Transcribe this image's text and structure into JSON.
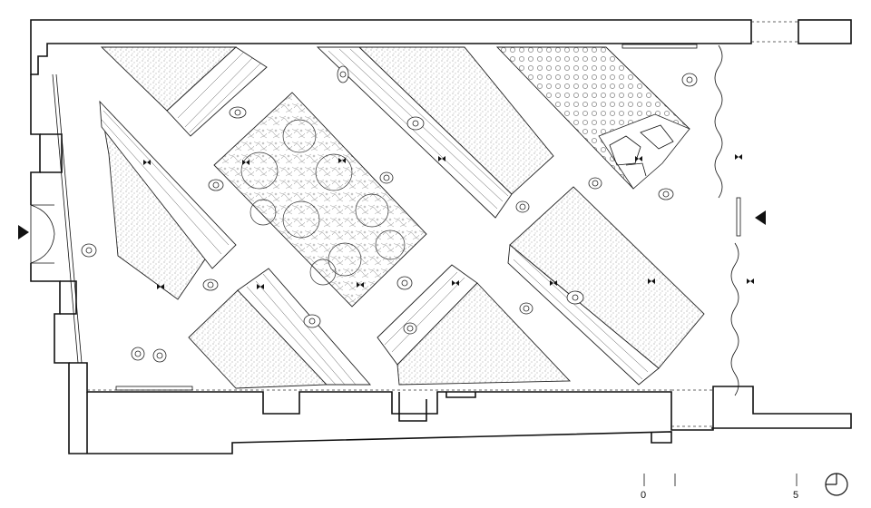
{
  "plan": {
    "scale_bar": {
      "label_start": "0",
      "label_end": "5"
    },
    "entrances": [
      "left-entrance-arrow",
      "right-entrance-arrow"
    ],
    "north_symbol": "north-circle-icon",
    "lamp_symbol": "lamp-icon",
    "bed_textures": [
      "stipple",
      "lattice",
      "flagstone",
      "foliage"
    ]
  }
}
